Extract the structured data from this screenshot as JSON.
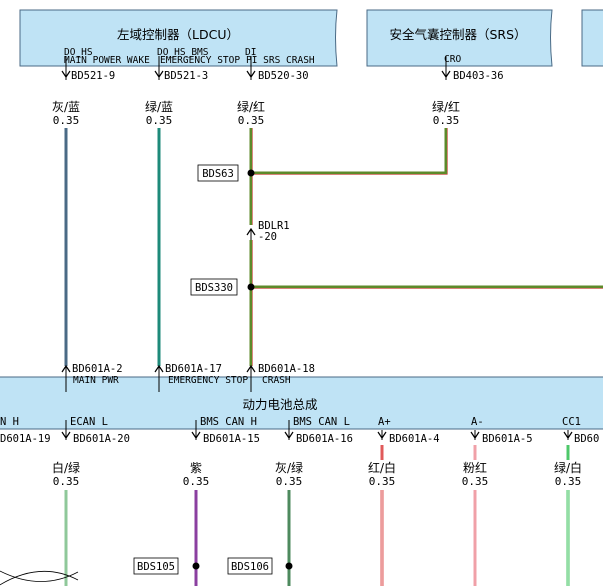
{
  "modules": {
    "ldcu": {
      "title": "左域控制器（LDCU）"
    },
    "srs": {
      "title": "安全气囊控制器（SRS）"
    },
    "battery": {
      "title": "动力电池总成"
    }
  },
  "top_pins": {
    "p1": {
      "pin": "BD521-9",
      "sig_top": "DO_HS",
      "sig": "MAIN POWER WAKE"
    },
    "p2": {
      "pin": "BD521-3",
      "sig_top": "DO_HS_BMS",
      "sig": "EMERGENCY STOP"
    },
    "p3": {
      "pin": "BD520-30",
      "sig_top": "DI",
      "sig": "PI SRS CRASH"
    },
    "p4": {
      "pin": "BD403-36",
      "sig": "CRO"
    }
  },
  "top_wires": {
    "w1": {
      "color_name": "灰/蓝",
      "gauge": "0.35",
      "color": "#4a6a85"
    },
    "w2": {
      "color_name": "绿/蓝",
      "gauge": "0.35",
      "color": "#1d8a7a"
    },
    "w3": {
      "color_name": "绿/红",
      "gauge": "0.35",
      "color": "#5d8a2a"
    },
    "w4": {
      "color_name": "绿/红",
      "gauge": "0.35",
      "color": "#5d8a2a"
    }
  },
  "splices": {
    "bds63": "BDS63",
    "bds330": "BDS330",
    "bds105": "BDS105",
    "bds106": "BDS106"
  },
  "inline_connector": {
    "pin": "BDLR1",
    "sub": "-20"
  },
  "battery_top_pins": {
    "b1": {
      "pin": "BD601A-2",
      "sig": "MAIN PWR"
    },
    "b2": {
      "pin": "BD601A-17",
      "sig": "EMERGENCY STOP"
    },
    "b3": {
      "pin": "BD601A-18",
      "sig": "CRASH"
    }
  },
  "battery_bottom_pins": {
    "c0": {
      "pin": "D601A-19",
      "sig": "N H"
    },
    "c1": {
      "pin": "BD601A-20",
      "sig": "ECAN L"
    },
    "c2": {
      "pin": "BD601A-15",
      "sig": "BMS CAN H"
    },
    "c3": {
      "pin": "BD601A-16",
      "sig": "BMS CAN L"
    },
    "c4": {
      "pin": "BD601A-4",
      "sig": "A+"
    },
    "c5": {
      "pin": "BD601A-5",
      "sig": "A-"
    },
    "c6": {
      "pin": "BD60",
      "sig": "CC1"
    }
  },
  "bottom_wires": {
    "d1": {
      "color_name": "白/绿",
      "gauge": "0.35",
      "color": "#8fc89a"
    },
    "d2": {
      "color_name": "紫",
      "gauge": "0.35",
      "color": "#8b3fa0"
    },
    "d3": {
      "color_name": "灰/绿",
      "gauge": "0.35",
      "color": "#4e8a5e"
    },
    "d4": {
      "color_name": "红/白",
      "gauge": "0.35",
      "color": "#e05a5a"
    },
    "d5": {
      "color_name": "粉红",
      "gauge": "0.35",
      "color": "#f0a0a8"
    },
    "d6": {
      "color_name": "绿/白",
      "gauge": "0.35",
      "color": "#4ec86a"
    }
  },
  "colors": {
    "module_fill": "#bfe3f5",
    "module_stroke": "#4a6a85",
    "splice_dot": "#000000"
  }
}
